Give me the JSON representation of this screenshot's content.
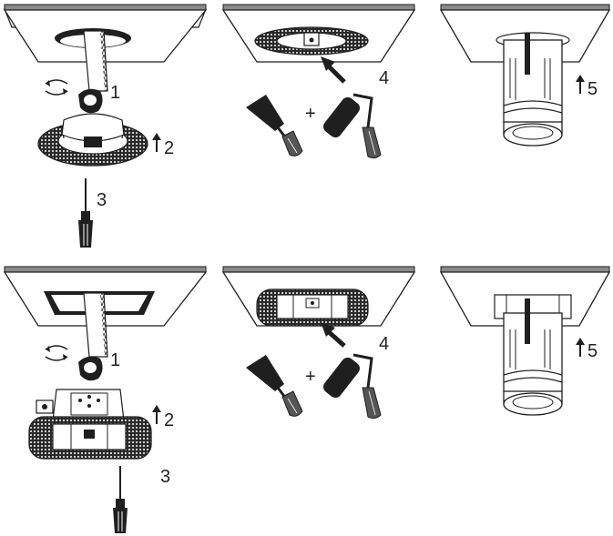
{
  "colors": {
    "ink": "#1f1f1f",
    "ceiling_top": "#8a8a8a",
    "ceiling_face": "#ffffff",
    "plaster": "#d9d9d9",
    "dark_fill": "#1f1f1f"
  },
  "rows": [
    {
      "shape": "round",
      "panels": [
        {
          "step_labels": [
            "1",
            "2",
            "3"
          ],
          "icons": [
            "rotate-arrow-icon",
            "up-arrow-icon",
            "screwdriver-icon",
            "saw-blade-icon"
          ]
        },
        {
          "step_labels": [
            "4"
          ],
          "plus": "+",
          "icons": [
            "putty-knife-icon",
            "paint-roller-icon",
            "pointer-arrow-icon"
          ]
        },
        {
          "step_labels": [
            "5"
          ],
          "icons": [
            "up-arrow-icon"
          ]
        }
      ]
    },
    {
      "shape": "square",
      "panels": [
        {
          "step_labels": [
            "1",
            "2",
            "3"
          ],
          "icons": [
            "rotate-arrow-icon",
            "up-arrow-icon",
            "screwdriver-icon",
            "saw-blade-icon"
          ]
        },
        {
          "step_labels": [
            "4"
          ],
          "plus": "+",
          "icons": [
            "putty-knife-icon",
            "paint-roller-icon",
            "pointer-arrow-icon"
          ]
        },
        {
          "step_labels": [
            "5"
          ],
          "icons": [
            "up-arrow-icon"
          ]
        }
      ]
    }
  ]
}
